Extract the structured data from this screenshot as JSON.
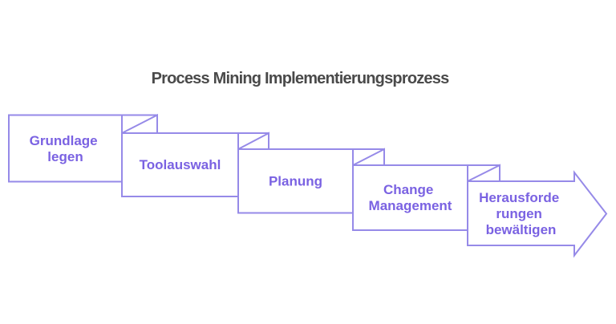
{
  "title": "Process Mining Implementierungsprozess",
  "colors": {
    "background": "#ffffff",
    "shape_stroke": "#968ae8",
    "shape_fill": "#ffffff",
    "label_text": "#7a62e2",
    "title_text": "#4a4a4a"
  },
  "diagram": {
    "type": "cascading-process-steps",
    "direction": "left-to-right-descending",
    "steps": [
      {
        "index": 1,
        "label": "Grundlage legen",
        "lines": [
          "Grundlage",
          "legen"
        ],
        "shape": "folded-box"
      },
      {
        "index": 2,
        "label": "Toolauswahl",
        "lines": [
          "Toolauswahl"
        ],
        "shape": "folded-box"
      },
      {
        "index": 3,
        "label": "Planung",
        "lines": [
          "Planung"
        ],
        "shape": "folded-box"
      },
      {
        "index": 4,
        "label": "Change Management",
        "lines": [
          "Change",
          "Management"
        ],
        "shape": "folded-box"
      },
      {
        "index": 5,
        "label": "Herausforderungen bewältigen",
        "lines": [
          "Herausforde",
          "rungen",
          "bewältigen"
        ],
        "shape": "arrow"
      }
    ]
  }
}
